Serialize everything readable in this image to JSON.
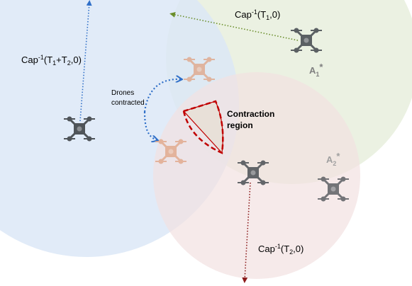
{
  "labels": {
    "cap_t1_t2": [
      "Cap",
      "-1",
      "(T",
      "1",
      "+T",
      "2",
      ",0)"
    ],
    "cap_t1": [
      "Cap",
      "-1",
      "(T",
      "1",
      ",0)"
    ],
    "cap_t2": [
      "Cap",
      "-1",
      "(T",
      "2",
      ",0)"
    ],
    "drones_contracted": [
      "Drones",
      "contracted"
    ],
    "contraction_region": [
      "Contraction",
      "region"
    ],
    "agent_a1": [
      "A",
      "1",
      "*"
    ],
    "agent_a2": [
      "A",
      "2",
      "*"
    ]
  },
  "colors": {
    "region_blue": "#dae6f6",
    "region_green": "#e9efdf",
    "region_red": "#f2e1e1",
    "contraction_fill": "#e8e0d8",
    "contraction_border": "#c00000",
    "arrow_blue": "#2f6fc8",
    "arrow_green": "#6a8e2a",
    "arrow_red": "#8b1a1a",
    "drone_dark": "#4f5459",
    "drone_faded": "#e0a383",
    "agent_a1_label": "#808080",
    "agent_a2_label": "#a0a0a0"
  },
  "icons": [
    "drone-icon"
  ]
}
